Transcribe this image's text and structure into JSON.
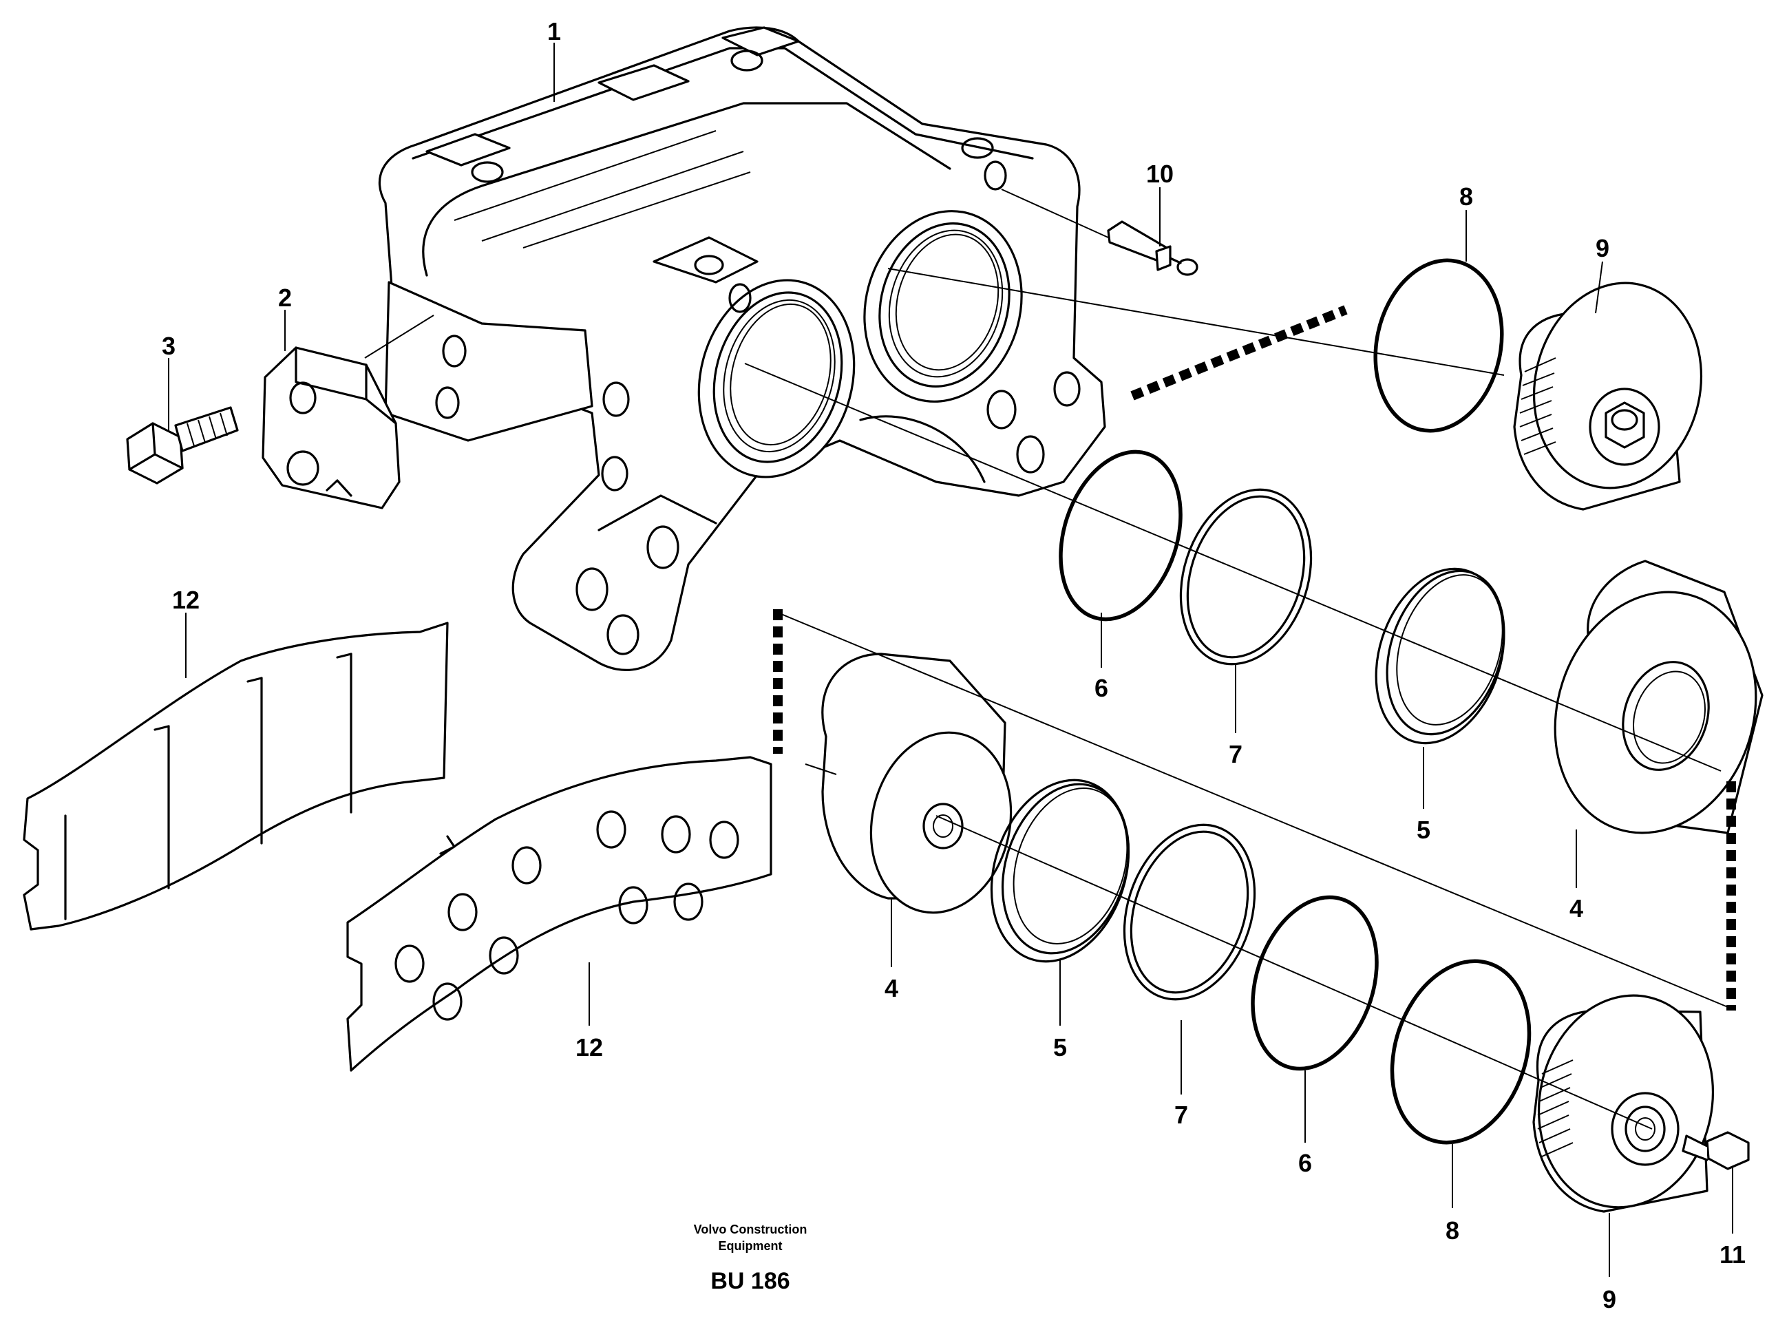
{
  "diagram": {
    "callouts": {
      "c1": "1",
      "c2": "2",
      "c3": "3",
      "c4a": "4",
      "c4b": "4",
      "c5a": "5",
      "c5b": "5",
      "c6a": "6",
      "c6b": "6",
      "c7a": "7",
      "c7b": "7",
      "c8a": "8",
      "c8b": "8",
      "c9a": "9",
      "c9b": "9",
      "c10": "10",
      "c11": "11",
      "c12a": "12",
      "c12b": "12"
    },
    "footer": {
      "brand_line1": "Volvo Construction",
      "brand_line2": "Equipment",
      "code": "BU 186"
    }
  }
}
